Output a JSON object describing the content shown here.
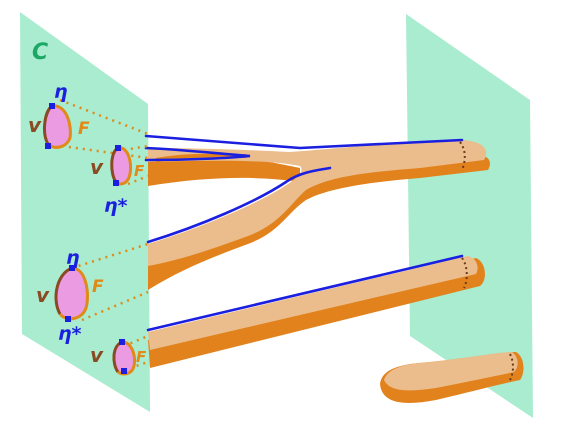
{
  "colors": {
    "plane": "#a9ecd0",
    "tube_fill": "#ebbd8c",
    "tube_shade": "#e2821c",
    "boundary_blue": "#1b1fe0",
    "disk_fill": "#ea9be2",
    "disk_edge": "#8a4a22",
    "label_orange": "#e08a17",
    "label_green": "#1aa864",
    "label_blue": "#1b1fe0",
    "dots": "#e08a17"
  },
  "labels": {
    "plane": "C",
    "eta": "η",
    "eta_star": "η*",
    "v": "v",
    "f": "F"
  }
}
